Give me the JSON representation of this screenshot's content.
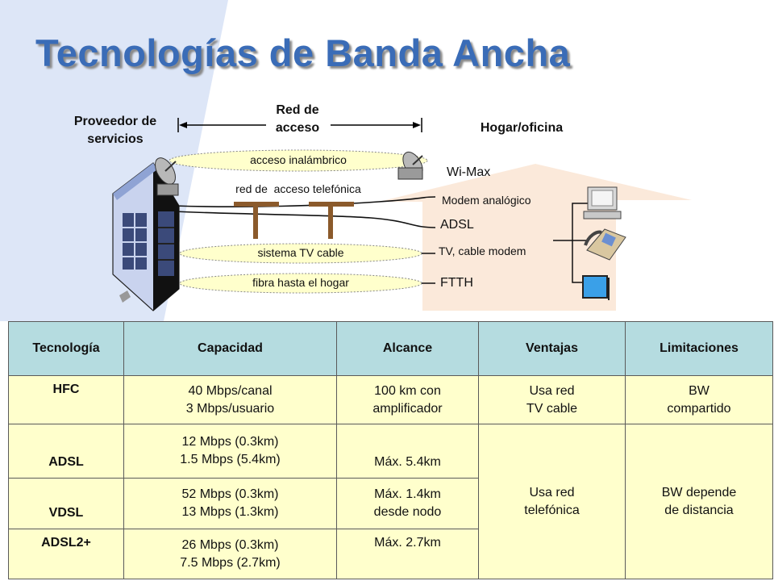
{
  "title": "Tecnologías de Banda Ancha",
  "colors": {
    "title": "#3a6cb7",
    "header_bg": "#b5dce0",
    "cell_bg": "#ffffcc",
    "home_bg": "#fbe9da",
    "left_band": "#dde6f7"
  },
  "diagram": {
    "provider_label": "Proveedor de\nservicios",
    "network_label": "Red de\nacceso",
    "home_label": "Hogar/oficina",
    "links": [
      {
        "label": "acceso inalámbrico",
        "endpoint": "Wi-Max"
      },
      {
        "label": "red de  acceso telefónica",
        "endpoint": "Modem analógico"
      },
      {
        "label": "",
        "endpoint": "ADSL"
      },
      {
        "label": "sistema TV cable",
        "endpoint": "TV, cable modem"
      },
      {
        "label": "fibra hasta el hogar",
        "endpoint": "FTTH"
      }
    ],
    "icons": [
      "building-icon",
      "satellite-dish-icon",
      "telephone-pole-icon",
      "computer-icon",
      "telephone-icon",
      "monitor-icon"
    ]
  },
  "table": {
    "headers": [
      "Tecnología",
      "Capacidad",
      "Alcance",
      "Ventajas",
      "Limitaciones"
    ],
    "rows": [
      {
        "tech": "HFC",
        "capacity": "40 Mbps/canal\n3 Mbps/usuario",
        "reach": "100 km con\namplificador",
        "advantages": "Usa red\nTV cable",
        "limitations": "BW\ncompartido"
      },
      {
        "tech": "ADSL",
        "capacity": "12 Mbps (0.3km)\n1.5 Mbps (5.4km)",
        "reach": "Máx. 5.4km"
      },
      {
        "tech": "VDSL",
        "capacity": "52 Mbps (0.3km)\n13 Mbps (1.3km)",
        "reach": "Máx. 1.4km\ndesde nodo"
      },
      {
        "tech": "ADSL2+",
        "capacity": "26 Mbps (0.3km)\n7.5 Mbps (2.7km)",
        "reach": "Máx. 2.7km"
      }
    ],
    "shared_advantages": "Usa red\ntelefónica",
    "shared_limitations": "BW depende\nde distancia"
  }
}
